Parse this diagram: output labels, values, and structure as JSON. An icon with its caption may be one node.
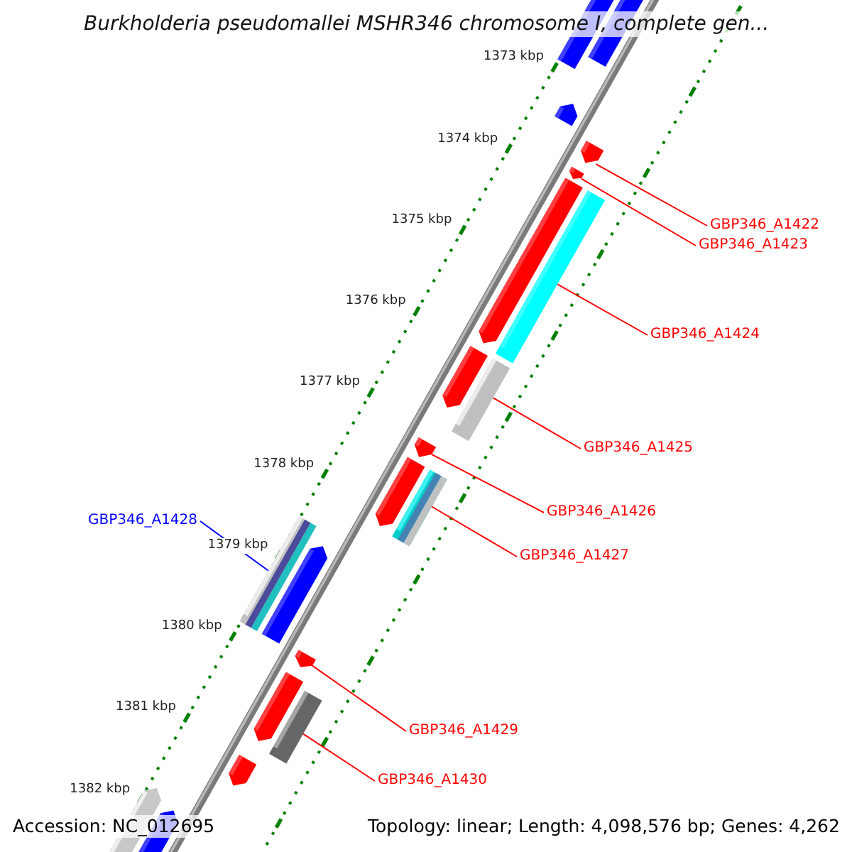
{
  "diagram": {
    "title": "Burkholderia pseudomallei MSHR346 chromosome I, complete gen...",
    "nodes": [
      {
        "text": [
          "GBP346_A1422"
        ]
      },
      {
        "text": [
          "GBP346_A1423"
        ]
      },
      {
        "text": [
          "GBP346_A1424"
        ]
      },
      {
        "text": [
          "GBP346_A1425"
        ]
      },
      {
        "text": [
          "GBP346_A1426"
        ]
      },
      {
        "text": [
          "GBP346_A1427"
        ]
      },
      {
        "text": [
          "GBP346_A1428"
        ]
      },
      {
        "text": [
          "GBP346_A1429"
        ]
      },
      {
        "text": [
          "GBP346_A1430"
        ]
      },
      {
        "text": [],
        "shape": "bar"
      },
      {
        "text": [],
        "shape": "bar"
      },
      {
        "text": [],
        "shape": "bar"
      },
      {
        "text": [],
        "shape": "bar"
      },
      {
        "text": [],
        "shape": "bar"
      },
      {
        "text": [],
        "shape": "bar"
      },
      {
        "text": [],
        "shape": "bar"
      },
      {
        "text": [],
        "shape": "bar"
      },
      {
        "text": [],
        "shape": "bar"
      }
    ],
    "edges": [
      {
        "from": 0,
        "to": 9,
        "arrow": "none"
      },
      {
        "from": 1,
        "to": 10,
        "arrow": "none"
      },
      {
        "from": 2,
        "to": 11,
        "arrow": "none"
      },
      {
        "from": 3,
        "to": 12,
        "arrow": "none"
      },
      {
        "from": 4,
        "to": 13,
        "arrow": "none"
      },
      {
        "from": 5,
        "to": 14,
        "arrow": "none"
      },
      {
        "from": 6,
        "to": 15,
        "arrow": "none",
        "color": "#0000ff"
      },
      {
        "from": 7,
        "to": 16,
        "arrow": "none"
      },
      {
        "from": 8,
        "to": 17,
        "arrow": "none"
      }
    ],
    "labels": [
      "1373 kbp",
      "1374 kbp",
      "1375 kbp",
      "1376 kbp",
      "1377 kbp",
      "1378 kbp",
      "1379 kbp",
      "1380 kbp",
      "1381 kbp",
      "1382 kbp",
      "Accession: NC_012695",
      "Topology: linear; Length: 4,098,576 bp; Genes: 4,262"
    ]
  }
}
